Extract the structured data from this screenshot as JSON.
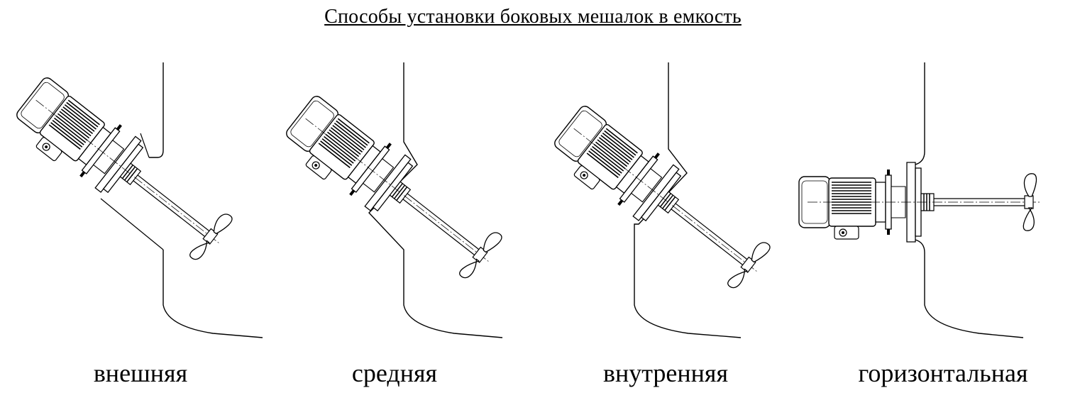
{
  "title": "Способы установки боковых мешалок в емкость",
  "variants": [
    {
      "label": "внешняя"
    },
    {
      "label": "средняя"
    },
    {
      "label": "внутренняя"
    },
    {
      "label": "горизонтальная"
    }
  ]
}
